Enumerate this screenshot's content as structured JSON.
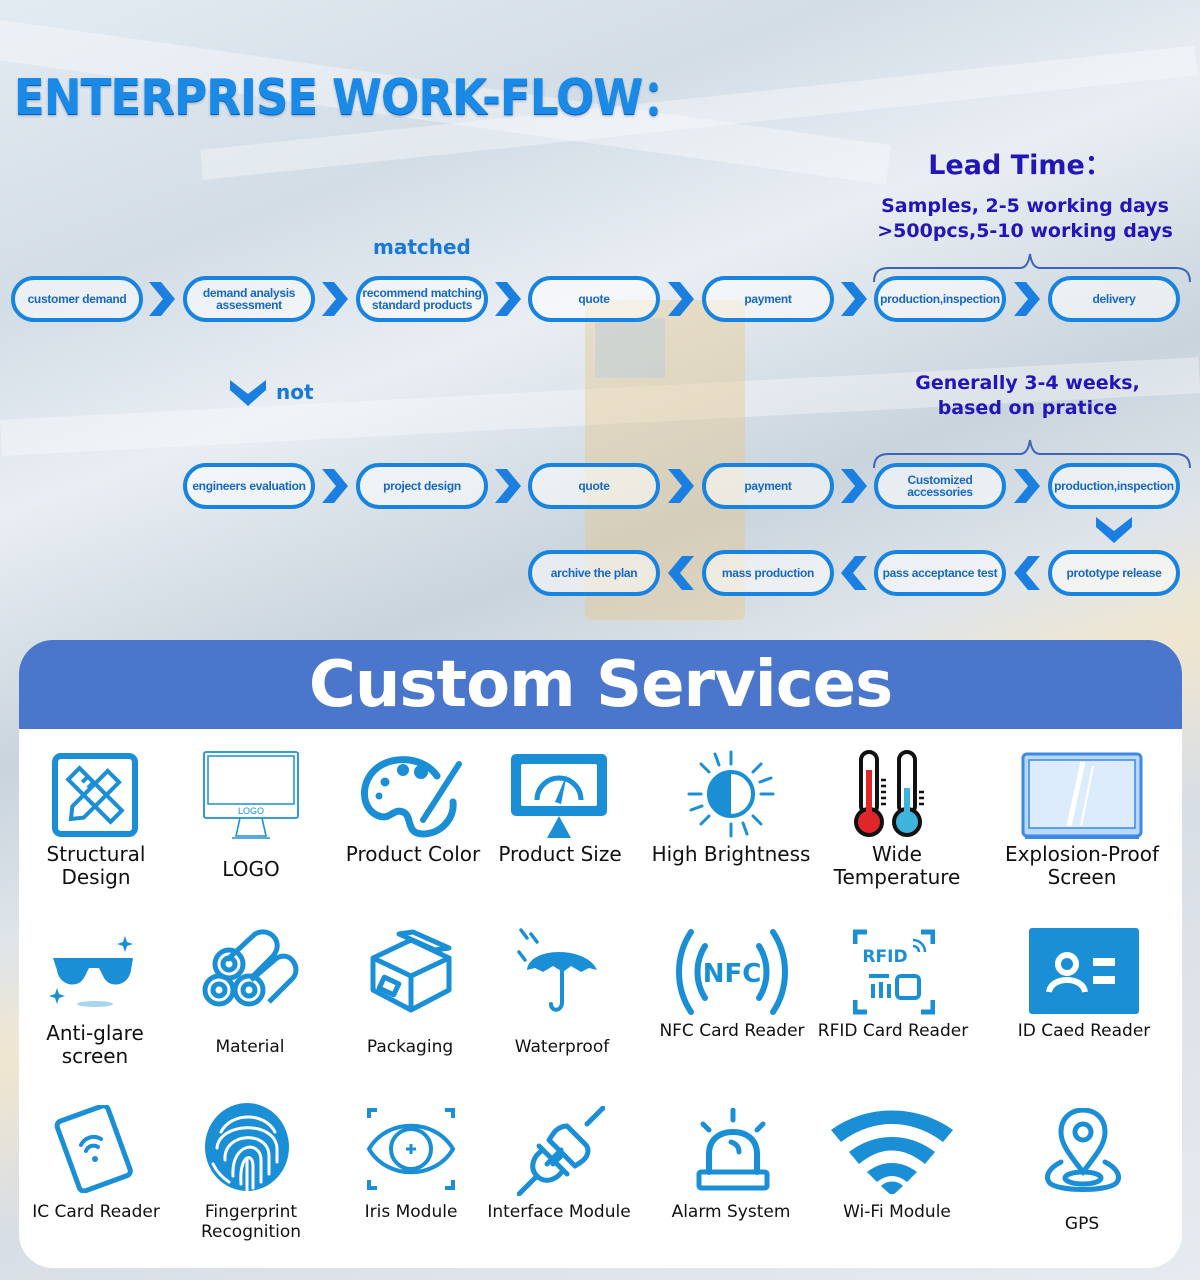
{
  "workflow": {
    "title": "ENTERPRISE WORK-FLOW：",
    "lead_time": {
      "title": "Lead Time：",
      "samples": "Samples, 2-5 working days",
      "bulk": ">500pcs,5-10 working days"
    },
    "matched_label": "matched",
    "not_label": "not",
    "custom_note": {
      "line1": "Generally 3-4 weeks,",
      "line2": "based on pratice"
    },
    "row1": [
      "customer demand",
      "demand analysis assessment",
      "recommend matching standard products",
      "quote",
      "payment",
      "production,inspection",
      "delivery"
    ],
    "row2": [
      "engineers evaluation",
      "project design",
      "quote",
      "payment",
      "Customized accessories",
      "production,inspection"
    ],
    "row3": [
      "prototype release",
      "pass acceptance test",
      "mass production",
      "archive the plan"
    ],
    "colors": {
      "pill": "#1884e0",
      "text": "#1668c4",
      "lead": "#2216b8"
    }
  },
  "custom_services": {
    "title": "Custom Services",
    "header_color": "#4a76cc",
    "icon_color": "#1b8fd6",
    "items": [
      {
        "label": "Structural Design",
        "icon": "ruler-pencil-icon"
      },
      {
        "label": "LOGO",
        "icon": "monitor-logo-icon"
      },
      {
        "label": "Product Color",
        "icon": "palette-icon"
      },
      {
        "label": "Product Size",
        "icon": "gauge-monitor-icon"
      },
      {
        "label": "High Brightness",
        "icon": "brightness-sun-icon"
      },
      {
        "label": "Wide Temperature",
        "icon": "thermometer-icon"
      },
      {
        "label": "Explosion-Proof Screen",
        "icon": "tablet-screen-icon"
      },
      {
        "label": "Anti-glare screen",
        "icon": "sunglasses-icon"
      },
      {
        "label": "Material",
        "icon": "material-rolls-icon"
      },
      {
        "label": "Packaging",
        "icon": "box-icon"
      },
      {
        "label": "Waterproof",
        "icon": "umbrella-icon"
      },
      {
        "label": "NFC Card Reader",
        "icon": "nfc-icon"
      },
      {
        "label": "RFID Card Reader",
        "icon": "rfid-icon"
      },
      {
        "label": "ID Caed Reader",
        "icon": "id-card-icon"
      },
      {
        "label": "IC Card Reader",
        "icon": "ic-card-icon"
      },
      {
        "label": "Fingerprint Recognition",
        "icon": "fingerprint-icon"
      },
      {
        "label": "Iris Module",
        "icon": "eye-iris-icon"
      },
      {
        "label": "Interface Module",
        "icon": "plug-icon"
      },
      {
        "label": "Alarm System",
        "icon": "alarm-light-icon"
      },
      {
        "label": "Wi-Fi Module",
        "icon": "wifi-icon"
      },
      {
        "label": "GPS",
        "icon": "map-pin-icon"
      }
    ],
    "icon_texts": {
      "logo_screen": "LOGO",
      "nfc": "NFC",
      "rfid": "RFID"
    }
  }
}
